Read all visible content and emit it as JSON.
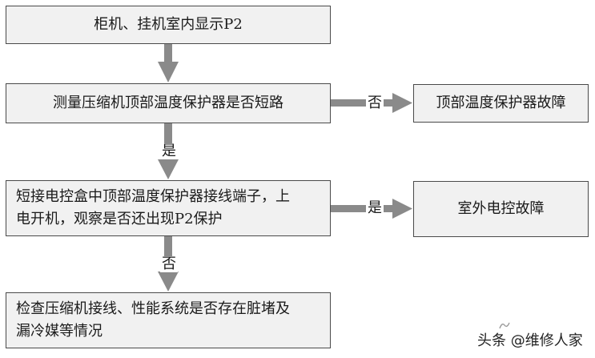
{
  "flowchart": {
    "step1": "柜机、挂机室内显示P2",
    "step2": "测量压缩机顶部温度保护器是否短路",
    "step3_line1": "短接电控盒中顶部温度保护器接线端子，上",
    "step3_line2": "电开机，观察是否还出现P2保护",
    "step4_line1": "检查压缩机接线、性能系统是否存在脏堵及",
    "step4_line2": "漏冷媒等情况",
    "result1": "顶部温度保护器故障",
    "result2": "室外电控故障",
    "labels": {
      "step2_to_result1": "否",
      "step2_to_step3": "是",
      "step3_to_result2": "是",
      "step3_to_step4": "否"
    },
    "colors": {
      "box_fill": "#f1f1f1",
      "box_border": "#4a4a4a",
      "arrow": "#8a8a8a"
    }
  },
  "watermark": {
    "text": "头条 @维修人家",
    "faint_text": "维修人家"
  }
}
